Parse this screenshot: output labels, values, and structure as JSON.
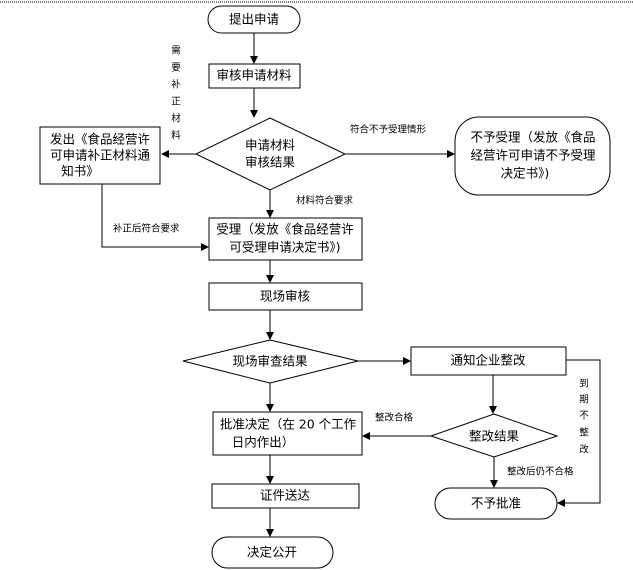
{
  "nodes": {
    "start": "提出申请",
    "review": "审核申请材料",
    "review_result": [
      "申请材料",
      "审核结果"
    ],
    "supplement_notice": [
      "发出《食品经营许",
      "可申请补正材料通",
      "知书》"
    ],
    "reject_accept": [
      "不予受理（发放《食品",
      "经营许可申请不予受理",
      "决定书》)"
    ],
    "accept": [
      "受理（发放《食品经营许",
      "可受理申请决定书》)"
    ],
    "onsite_review": "现场审核",
    "onsite_result": "现场审查结果",
    "notify_rectify": "通知企业整改",
    "rectify_result": "整改结果",
    "approve": [
      "批准决定（在 20 个工作",
      "日内作出）"
    ],
    "deliver": "证件送达",
    "not_approve": "不予批准",
    "publish": "决定公开"
  },
  "edges": {
    "need_supplement": [
      "需",
      "要",
      "补",
      "正",
      "材",
      "料"
    ],
    "meets_reject": "符合不予受理情形",
    "materials_ok": "材料符合要求",
    "supplement_ok": "补正后符合要求",
    "rectify_ok": "整改合格",
    "rectify_fail": "整改后仍不合格",
    "overdue": [
      "到",
      "期",
      "不",
      "整",
      "改"
    ]
  }
}
